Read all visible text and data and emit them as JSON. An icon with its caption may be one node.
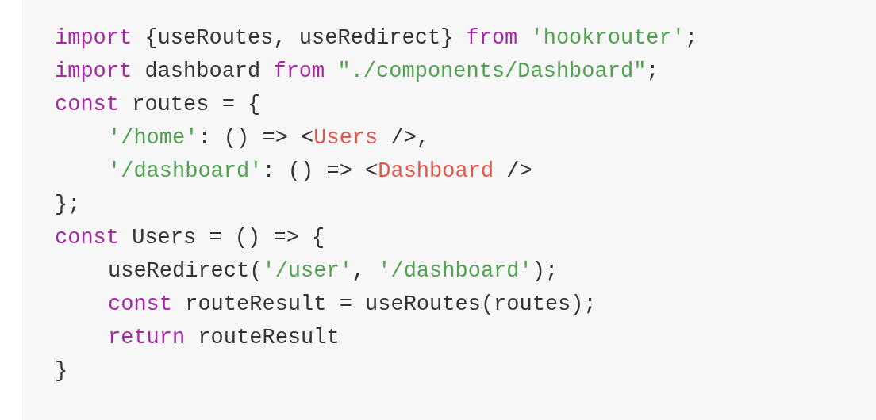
{
  "diagram": {
    "labels": [
      "import {useRoutes, useRedirect} from 'hookrouter';",
      "import dashboard from \"./components/Dashboard\";",
      "const routes = {",
      "'/home': () => <Users />,",
      "'/dashboard': () => <Dashboard />",
      "};",
      "const Users = () => {",
      "useRedirect('/user', '/dashboard');",
      "const routeResult = useRoutes(routes);",
      "return routeResult",
      "}"
    ]
  }
}
